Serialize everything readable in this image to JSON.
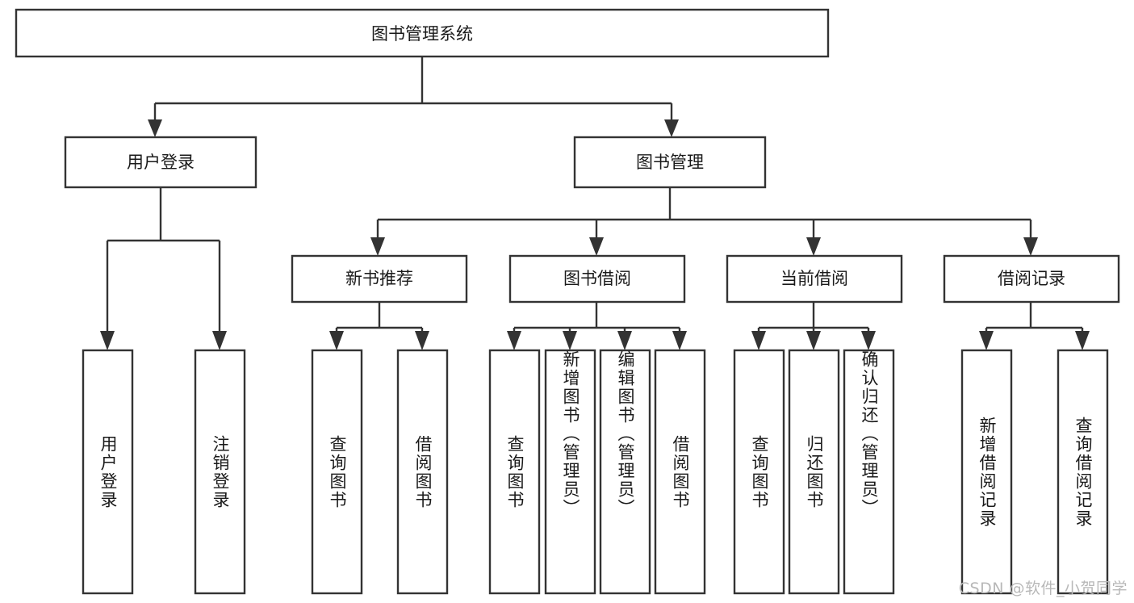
{
  "diagram": {
    "type": "tree",
    "title_node": {
      "id": "root",
      "label": "图书管理系统",
      "orientation": "horizontal"
    },
    "level2": [
      {
        "id": "user-login",
        "label": "用户登录",
        "orientation": "horizontal"
      },
      {
        "id": "book-manage",
        "label": "图书管理",
        "orientation": "horizontal"
      }
    ],
    "level3": [
      {
        "id": "new-book-rec",
        "label": "新书推荐",
        "orientation": "horizontal",
        "parent": "book-manage"
      },
      {
        "id": "book-borrow",
        "label": "图书借阅",
        "orientation": "horizontal",
        "parent": "book-manage"
      },
      {
        "id": "current-borrow",
        "label": "当前借阅",
        "orientation": "horizontal",
        "parent": "book-manage"
      },
      {
        "id": "borrow-record",
        "label": "借阅记录",
        "orientation": "horizontal",
        "parent": "book-manage"
      }
    ],
    "leaves": [
      {
        "id": "leaf-user-login",
        "label": "用户登录",
        "orientation": "vertical",
        "parent": "user-login"
      },
      {
        "id": "leaf-logout",
        "label": "注销登录",
        "orientation": "vertical",
        "parent": "user-login"
      },
      {
        "id": "leaf-query-book-1",
        "label": "查询图书",
        "orientation": "vertical",
        "parent": "new-book-rec"
      },
      {
        "id": "leaf-borrow-book-1",
        "label": "借阅图书",
        "orientation": "vertical",
        "parent": "new-book-rec"
      },
      {
        "id": "leaf-query-book-2",
        "label": "查询图书",
        "orientation": "vertical",
        "parent": "book-borrow"
      },
      {
        "id": "leaf-add-book",
        "label": "新增图书（管理员）",
        "orientation": "vertical",
        "parent": "book-borrow"
      },
      {
        "id": "leaf-edit-book",
        "label": "编辑图书（管理员）",
        "orientation": "vertical",
        "parent": "book-borrow"
      },
      {
        "id": "leaf-borrow-book-2",
        "label": "借阅图书",
        "orientation": "vertical",
        "parent": "book-borrow"
      },
      {
        "id": "leaf-query-book-3",
        "label": "查询图书",
        "orientation": "vertical",
        "parent": "current-borrow"
      },
      {
        "id": "leaf-return-book",
        "label": "归还图书",
        "orientation": "vertical",
        "parent": "current-borrow"
      },
      {
        "id": "leaf-confirm-return",
        "label": "确认归还（管理员）",
        "orientation": "vertical",
        "parent": "current-borrow"
      },
      {
        "id": "leaf-add-record",
        "label": "新增借阅记录",
        "orientation": "vertical",
        "parent": "borrow-record"
      },
      {
        "id": "leaf-query-record",
        "label": "查询借阅记录",
        "orientation": "vertical",
        "parent": "borrow-record"
      }
    ]
  },
  "watermark": {
    "text": "CSDN @软件_小贺同学"
  },
  "colors": {
    "stroke": "#333333",
    "fill": "#ffffff",
    "text": "#1a1a1a",
    "watermark": "#b8b8b8"
  }
}
